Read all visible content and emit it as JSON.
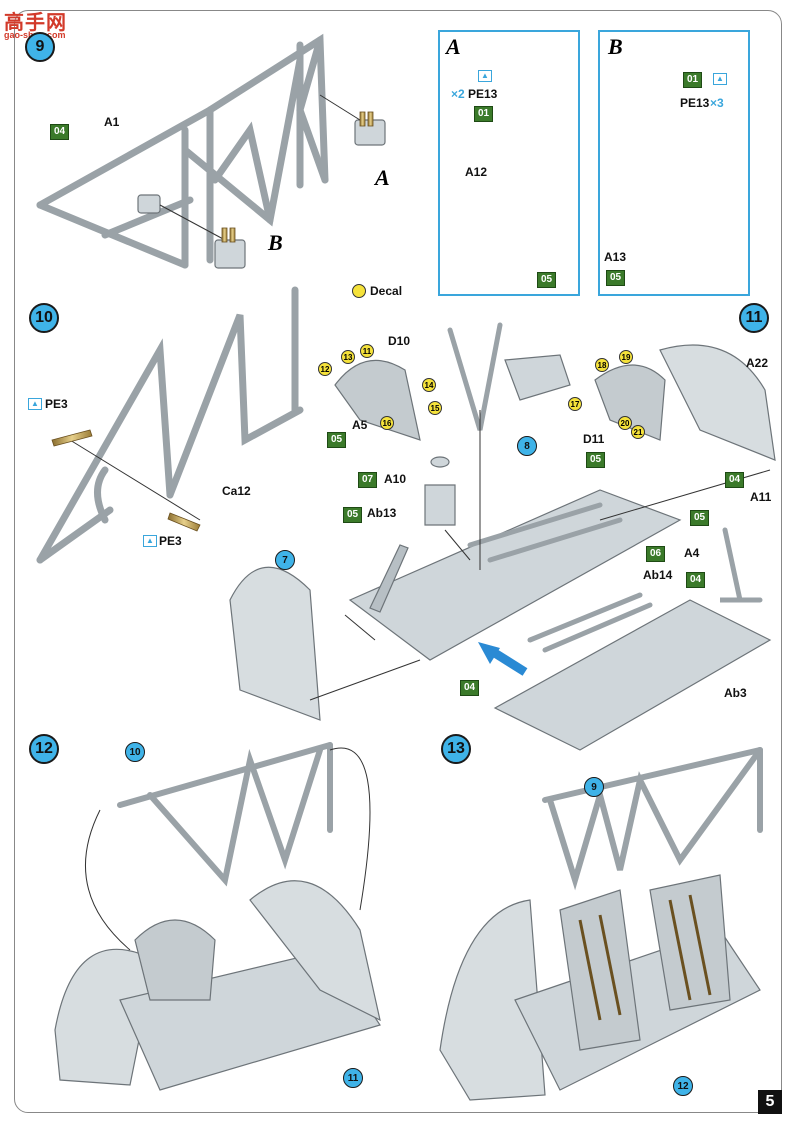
{
  "watermark": {
    "text": "高手网",
    "url": "gao-shou.com"
  },
  "page_number": "5",
  "legend": {
    "decal_label": "Decal"
  },
  "steps": {
    "s9": "9",
    "s10": "10",
    "s11": "11",
    "s12": "12",
    "s13": "13"
  },
  "refs": {
    "r8": "8",
    "r7": "7",
    "r10": "10",
    "r11": "11",
    "r9": "9",
    "r12": "12"
  },
  "step9": {
    "label_a1": "A1",
    "paint": "04",
    "letter_a": "A",
    "letter_b": "B"
  },
  "detail_a": {
    "title": "A",
    "count": "2",
    "pe": "PE13",
    "paint_pe": "01",
    "part": "A12",
    "paint_part": "05"
  },
  "detail_b": {
    "title": "B",
    "count": "3",
    "pe": "PE13",
    "paint_pe": "01",
    "part": "A13",
    "paint_part": "05"
  },
  "step10": {
    "pe_top": "PE3",
    "pe_bottom": "PE3",
    "part": "Ca12"
  },
  "step11": {
    "d10": "D10",
    "a5": "A5",
    "paint_a5": "05",
    "a10": "A10",
    "paint_a10": "07",
    "ab13": "Ab13",
    "paint_ab13": "05",
    "d11": "D11",
    "paint_d11": "05",
    "a22": "A22",
    "paint_a22": "04",
    "a11": "A11",
    "paint_a11": "05",
    "a4": "A4",
    "paint_a4": "04",
    "ab14": "Ab14",
    "paint_ab14": "06",
    "ab3": "Ab3",
    "paint_floor": "04",
    "decals_d10": [
      "11",
      "12",
      "13",
      "14",
      "15",
      "16"
    ],
    "decals_d11": [
      "17",
      "18",
      "19",
      "20",
      "21"
    ]
  }
}
